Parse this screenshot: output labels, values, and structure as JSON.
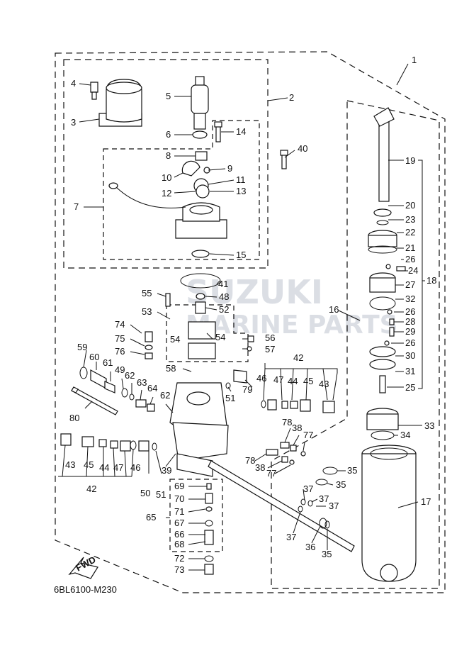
{
  "diagram_code": "6BL6100-M230",
  "fwd_label": "FWD",
  "watermark": {
    "line1": "SUZUKI",
    "line2": "MARINE PARTS"
  },
  "labels": {
    "l1": "1",
    "l2": "2",
    "l3": "3",
    "l4": "4",
    "l5": "5",
    "l6": "6",
    "l7": "7",
    "l8": "8",
    "l9": "9",
    "l10": "10",
    "l11": "11",
    "l12": "12",
    "l13": "13",
    "l14": "14",
    "l15": "15",
    "l16": "16",
    "l17": "17",
    "l18": "18",
    "l19": "19",
    "l20": "20",
    "l21": "21",
    "l22": "22",
    "l23": "23",
    "l24": "24",
    "l25": "25",
    "l26a": "26",
    "l26b": "26",
    "l26c": "26",
    "l27": "27",
    "l28": "28",
    "l29": "29",
    "l30": "30",
    "l31": "31",
    "l32": "32",
    "l33": "33",
    "l34": "34",
    "l35a": "35",
    "l35b": "35",
    "l35c": "35",
    "l36": "36",
    "l37a": "37",
    "l37b": "37",
    "l37c": "37",
    "l38a": "38",
    "l38b": "38",
    "l39": "39",
    "l40": "40",
    "l41": "41",
    "l42a": "42",
    "l42b": "42",
    "l43a": "43",
    "l43b": "43",
    "l44a": "44",
    "l44b": "44",
    "l45a": "45",
    "l45b": "45",
    "l46a": "46",
    "l46b": "46",
    "l47a": "47",
    "l47b": "47",
    "l48": "48",
    "l49": "49",
    "l50": "50",
    "l51a": "51",
    "l51b": "51",
    "l52": "52",
    "l53": "53",
    "l54a": "54",
    "l54b": "54",
    "l55": "55",
    "l56": "56",
    "l57": "57",
    "l58": "58",
    "l59": "59",
    "l60": "60",
    "l61": "61",
    "l62a": "62",
    "l62b": "62",
    "l63": "63",
    "l64": "64",
    "l65": "65",
    "l66": "66",
    "l67": "67",
    "l68": "68",
    "l69": "69",
    "l70": "70",
    "l71": "71",
    "l72": "72",
    "l73": "73",
    "l74": "74",
    "l75": "75",
    "l76": "76",
    "l77a": "77",
    "l77b": "77",
    "l78a": "78",
    "l78b": "78",
    "l79": "79",
    "l80": "80"
  }
}
